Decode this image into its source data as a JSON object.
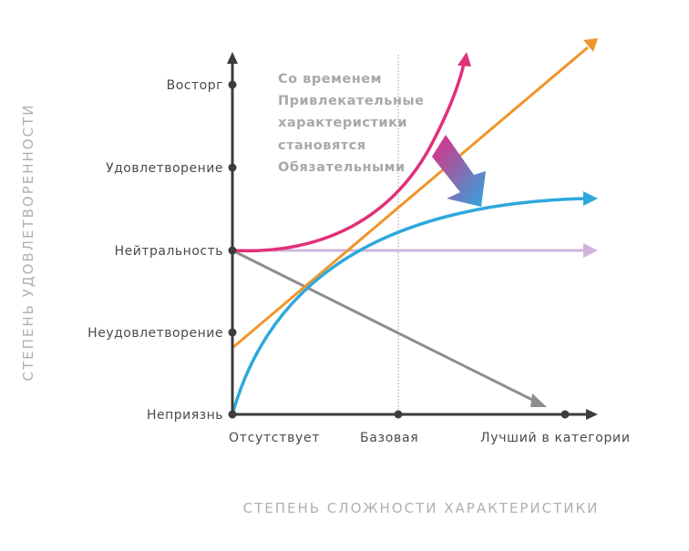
{
  "y_axis": {
    "title": "СТЕПЕНЬ УДОВЛЕТВОРЕННОСТИ",
    "levels": [
      "Восторг",
      "Удовлетворение",
      "Нейтральность",
      "Неудовлетворение",
      "Неприязнь"
    ]
  },
  "x_axis": {
    "title": "СТЕПЕНЬ СЛОЖНОСТИ ХАРАКТЕРИСТИКИ",
    "levels": [
      "Отсутствует",
      "Базовая",
      "Лучший в категории"
    ]
  },
  "annotation": [
    "Со временем",
    "Привлекательные",
    "характеристики",
    "становятся",
    "Обязательными"
  ],
  "colors": {
    "attractive": "#e0307a",
    "performance": "#f0952a",
    "must_be": "#2ea8dc",
    "indifferent": "#d0b4dc",
    "reverse": "#8e8e90",
    "axis": "#3c3c3c"
  }
}
